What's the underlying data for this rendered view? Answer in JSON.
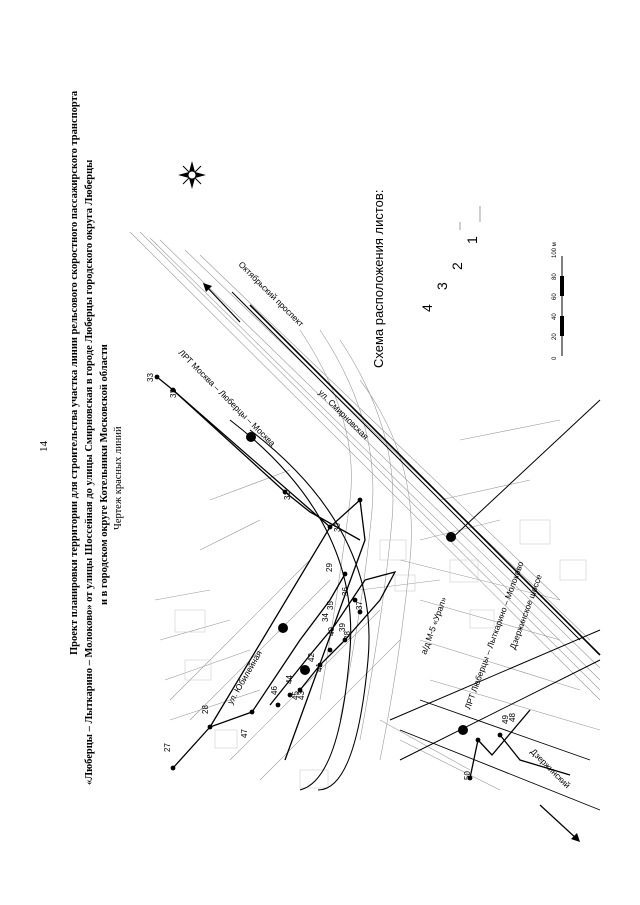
{
  "page_number": "14",
  "title_lines": [
    "Проект планировки территории для строительства участка линии рельсового скоростного пассажирского транспорта",
    "«Люберцы – Лыткарино – Молоково» от улицы Шоссейная до улицы Смирновская в городе Люберцы городского округа Люберцы",
    "и в городском округе Котельники Московской области"
  ],
  "subtitle": "Чертеж красных линий",
  "sheet_scheme_title": "Схема расположения листов:",
  "sheet_numbers": [
    "4",
    "3",
    "2",
    "1"
  ],
  "scale_labels": [
    "0",
    "20",
    "40",
    "60",
    "80",
    "100 м"
  ],
  "street_labels": {
    "oktyabrsky": "Октябрьский проспект",
    "smirnovskaya": "ул. Смирновская",
    "lrt_lyubertsy_moskva": "ЛРТ Москва – Люберцы – Москва",
    "yubileynaya": "ул. Юбилейная",
    "m5": "а/д М-5 «Урал»",
    "dzerzhinskoe": "Дзержинское шоссе",
    "lrt_lytkarino": "ЛРТ Люберцы – Лыткарино – Молоково",
    "dzerzhinsky": "Дзержинский"
  },
  "point_labels": [
    "27",
    "28",
    "29",
    "30",
    "31",
    "32",
    "33",
    "34",
    "35",
    "36",
    "37",
    "38",
    "39",
    "40",
    "41",
    "42",
    "43",
    "44",
    "45",
    "46",
    "47",
    "48",
    "49",
    "50"
  ],
  "icons": [
    "compass-rose-icon"
  ]
}
